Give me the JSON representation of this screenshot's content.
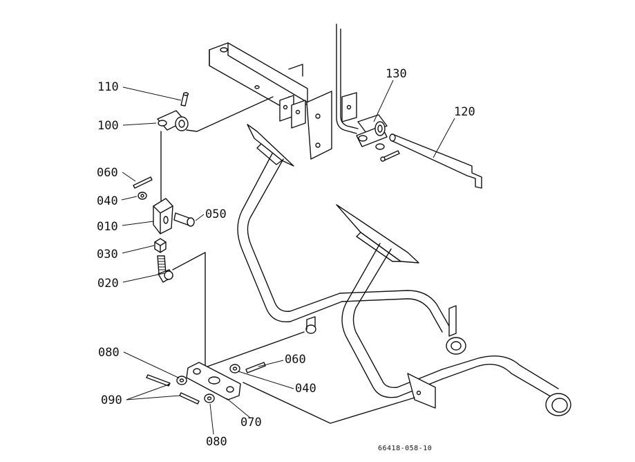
{
  "labels": {
    "p110": "110",
    "p100": "100",
    "p060a": "060",
    "p040a": "040",
    "p010": "010",
    "p050": "050",
    "p030": "030",
    "p020": "020",
    "p130": "130",
    "p120": "120",
    "p080a": "080",
    "p060b": "060",
    "p040b": "040",
    "p090": "090",
    "p070": "070",
    "p080b": "080"
  },
  "reference_code": "66418-058-10"
}
